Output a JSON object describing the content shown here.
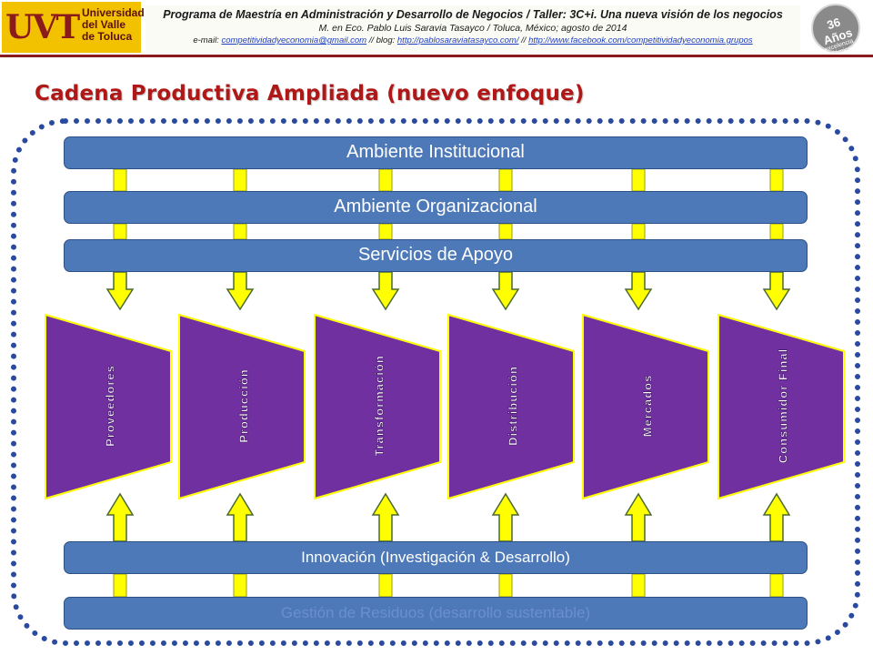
{
  "header": {
    "logo_mark": "UVT",
    "logo_text": [
      "Universidad",
      "del Valle",
      "de Toluca"
    ],
    "line1": "Programa de Maestría en Administración y Desarrollo de Negocios / Taller: 3C+i. Una nueva visión de los negocios",
    "line2": "M. en Eco. Pablo Luis Saravia Tasayco / Toluca, México; agosto de 2014",
    "line3_prefix": "e-mail: ",
    "email": "competitividadyeconomia@gmail.com",
    "blog_prefix": " // blog: ",
    "blog": "http://pablosaraviatasayco.com/",
    "sep": " // ",
    "facebook": "http://www.facebook.com/competitividadyeconomia.grupos",
    "badge_num": "36 Años",
    "badge_sub": "de excelencia académica"
  },
  "title": "Cadena Productiva Ampliada (nuevo enfoque)",
  "bars": {
    "institucional": "Ambiente Institucional",
    "organizacional": "Ambiente Organizacional",
    "servicios": "Servicios de Apoyo",
    "innovacion": "Innovación (Investigación & Desarrollo)",
    "gestion": "Gestión de Residuos (desarrollo sustentable)"
  },
  "stages": [
    "Proveedores",
    "Producción",
    "Transformación",
    "Distribución",
    "Mercados",
    "Consumidor Final"
  ],
  "colors": {
    "bar": "#4d79b8",
    "stage": "#7030a0",
    "stage_border": "#ffff00",
    "arrow": "#ffff00",
    "title": "#b01818",
    "frame": "#2a4aa0"
  }
}
